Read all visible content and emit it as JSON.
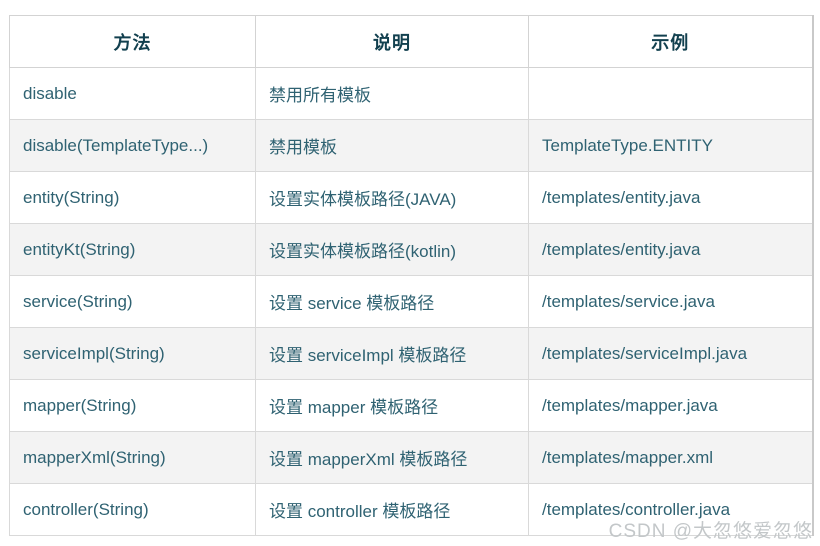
{
  "colors": {
    "header_text": "#12404f",
    "body_text": "#2f6272",
    "border": "#d9d9d9",
    "stripe_bg": "#f3f3f3",
    "watermark": "#c3c7c9"
  },
  "table": {
    "columns": [
      "方法",
      "说明",
      "示例"
    ],
    "rows": [
      [
        "disable",
        "禁用所有模板",
        ""
      ],
      [
        "disable(TemplateType...)",
        "禁用模板",
        "TemplateType.ENTITY"
      ],
      [
        "entity(String)",
        "设置实体模板路径(JAVA)",
        "/templates/entity.java"
      ],
      [
        "entityKt(String)",
        "设置实体模板路径(kotlin)",
        "/templates/entity.java"
      ],
      [
        "service(String)",
        "设置 service 模板路径",
        "/templates/service.java"
      ],
      [
        "serviceImpl(String)",
        "设置 serviceImpl 模板路径",
        "/templates/serviceImpl.java"
      ],
      [
        "mapper(String)",
        "设置 mapper 模板路径",
        "/templates/mapper.java"
      ],
      [
        "mapperXml(String)",
        "设置 mapperXml 模板路径",
        "/templates/mapper.xml"
      ],
      [
        "controller(String)",
        "设置 controller 模板路径",
        "/templates/controller.java"
      ]
    ]
  },
  "watermark_text": "CSDN @大忽悠爱忽悠"
}
